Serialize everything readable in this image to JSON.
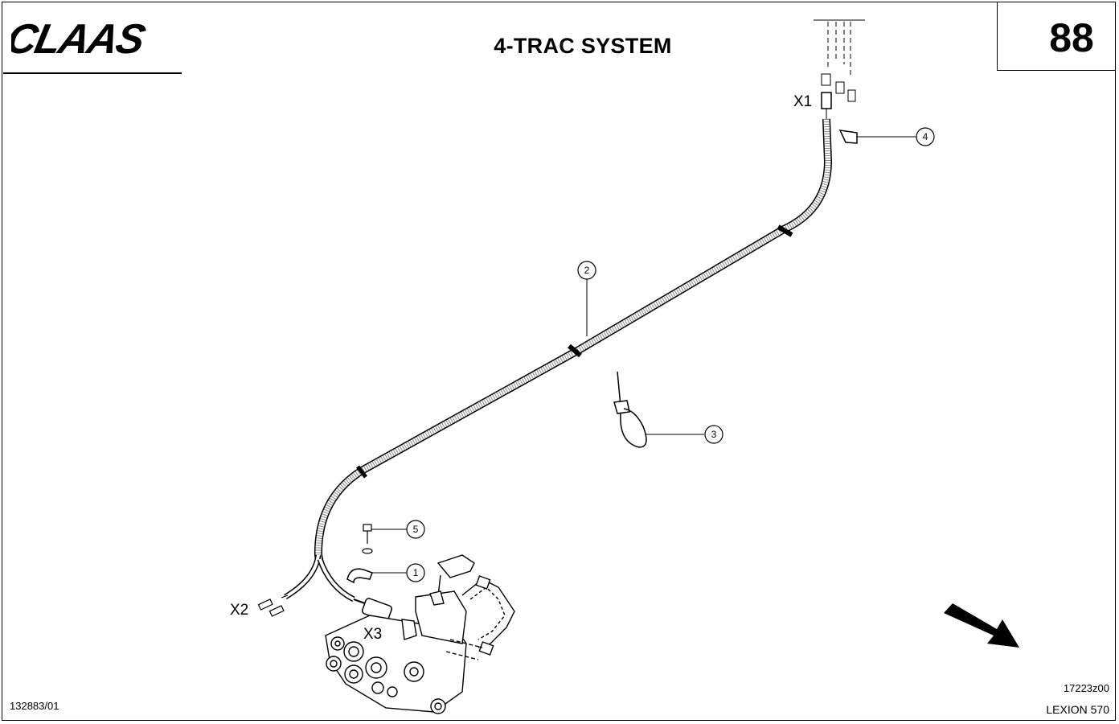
{
  "header": {
    "logo_text": "CLAAS",
    "title": "4-TRAC SYSTEM",
    "page_number": "88"
  },
  "labels": {
    "x1": "X1",
    "x2": "X2",
    "x3": "X3"
  },
  "callouts": [
    "1",
    "2",
    "3",
    "4",
    "5"
  ],
  "footer": {
    "doc_number": "132883/01",
    "drawing_code": "17223z00",
    "model": "LEXION 570"
  },
  "colors": {
    "ink": "#000000",
    "paper": "#ffffff"
  }
}
